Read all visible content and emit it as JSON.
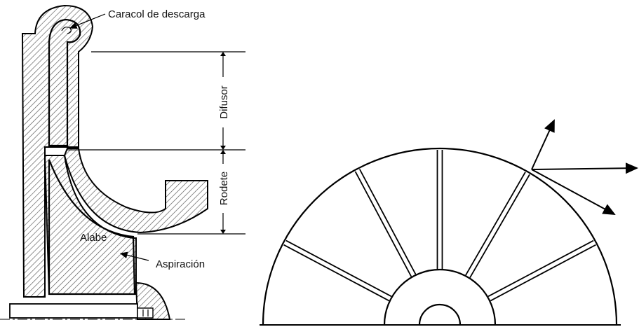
{
  "labels": {
    "volute": "Caracol de descarga",
    "diffuser": "Difusor",
    "impeller": "Rodete",
    "blade": "Alabe",
    "suction": "Aspiración"
  }
}
